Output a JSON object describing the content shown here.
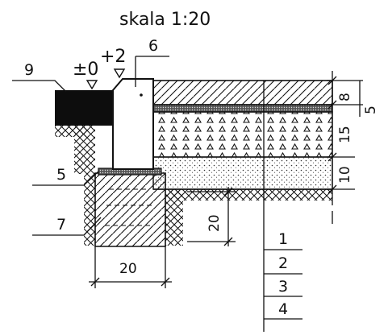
{
  "scale": "skala  1:20",
  "level_zero": "±0",
  "level_plus": "+2",
  "labels": {
    "l9": "9",
    "l6": "6",
    "l5": "5",
    "l7": "7",
    "n1": "1",
    "n2": "2",
    "n3": "3",
    "n4": "4"
  },
  "dimensions": {
    "d8": "8",
    "d5": "5",
    "d15": "15",
    "d10": "10",
    "d20_vert": "20",
    "d20_horiz": "20"
  },
  "colors": {
    "ink": "#111111",
    "asphalt": "#0d0d0d",
    "paper": "#ffffff"
  }
}
